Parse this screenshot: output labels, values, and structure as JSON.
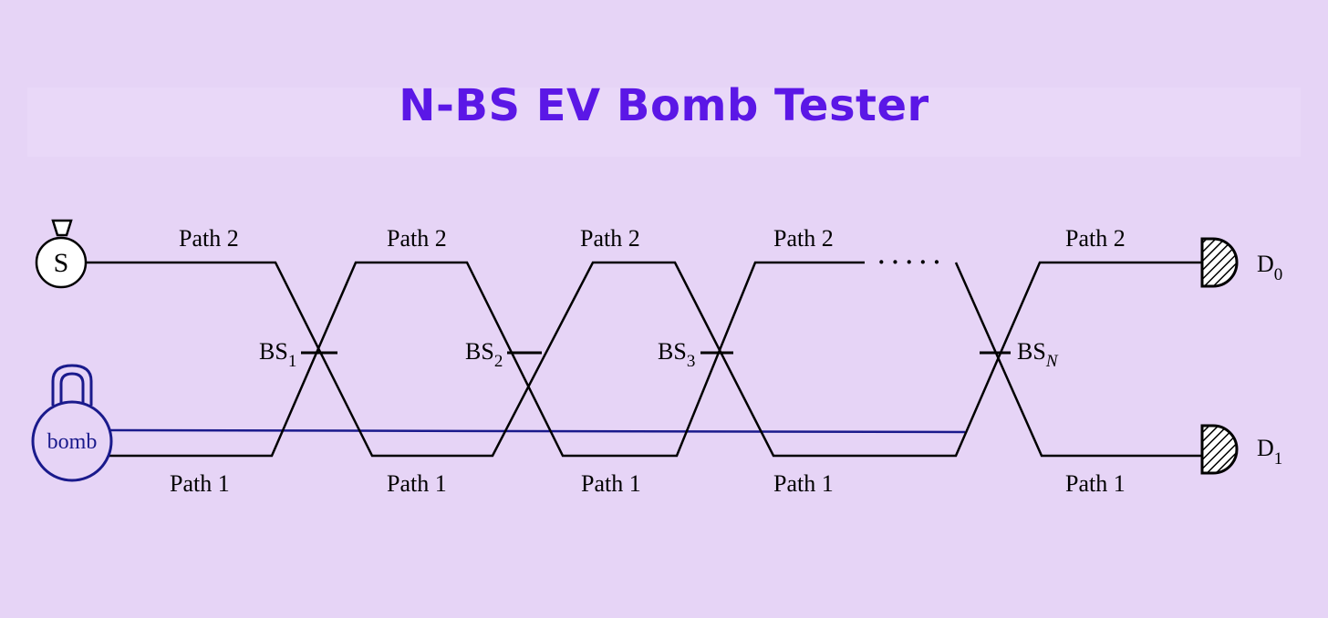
{
  "title": "N-BS EV Bomb Tester",
  "source": {
    "label": "S"
  },
  "bomb": {
    "label": "bomb"
  },
  "paths": {
    "upper": [
      "Path 2",
      "Path 2",
      "Path 2",
      "Path 2",
      "Path 2"
    ],
    "lower": [
      "Path 1",
      "Path 1",
      "Path 1",
      "Path 1",
      "Path 1"
    ]
  },
  "beam_splitters": [
    {
      "base": "BS",
      "sub": "1"
    },
    {
      "base": "BS",
      "sub": "2"
    },
    {
      "base": "BS",
      "sub": "3"
    },
    {
      "base": "BS",
      "sub": "N"
    }
  ],
  "detectors": [
    {
      "base": "D",
      "sub": "0"
    },
    {
      "base": "D",
      "sub": "1"
    }
  ],
  "ellipsis": "· · · · ·",
  "colors": {
    "background": "#e6d4f6",
    "title": "#5b17e6",
    "bomb": "#1a1a8c",
    "lines": "#000000"
  }
}
